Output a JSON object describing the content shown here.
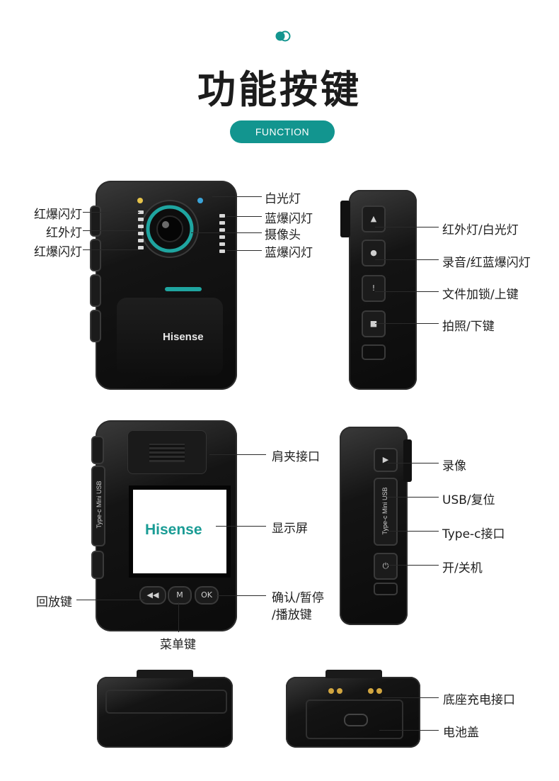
{
  "header": {
    "title": "功能按键",
    "badge": "FUNCTION"
  },
  "colors": {
    "accent": "#12958f",
    "device_body": "#111111",
    "lens_ring": "#1fa5a0",
    "led_blue": "#3aa3d8",
    "led_yellow": "#e6c34a"
  },
  "device_front": {
    "brand": "Hisense",
    "labels_left": [
      "红爆闪灯",
      "红外灯",
      "红爆闪灯"
    ],
    "labels_right": [
      "白光灯",
      "蓝爆闪灯",
      "摄像头",
      "蓝爆闪灯"
    ]
  },
  "device_side_right": {
    "labels": [
      "红外灯/白光灯",
      "录音/红蓝爆闪灯",
      "文件加锁/上键",
      "拍照/下键"
    ]
  },
  "device_back": {
    "brand": "Hisense",
    "port_text": "Type-c Mini USB",
    "button_ok": "OK",
    "button_menu": "M",
    "labels": {
      "clip": "肩夹接口",
      "screen": "显示屏",
      "confirm_line1": "确认/暂停",
      "confirm_line2": "/播放键",
      "replay": "回放键",
      "menu": "菜单键"
    }
  },
  "device_side_left": {
    "port_text": "Type-c Mini USB",
    "labels": [
      "录像",
      "USB/复位",
      "Type-c接口",
      "开/关机"
    ]
  },
  "device_bottom": {
    "labels": [
      "底座充电接口",
      "电池盖"
    ]
  }
}
